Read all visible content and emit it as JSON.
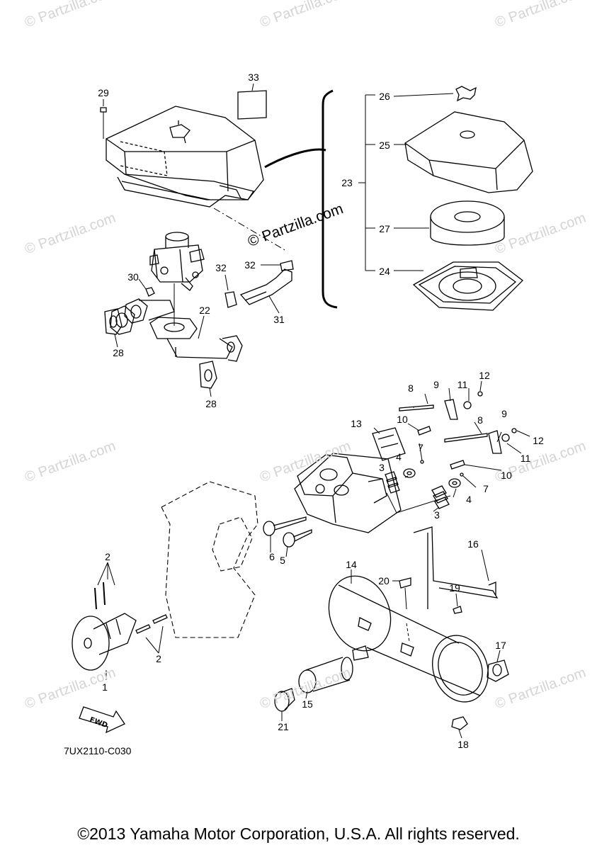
{
  "watermark_text": "© Partzilla.com",
  "brand_text": "© Partzilla.com",
  "fwd_label": "FWD",
  "drawing_code": "7UX2110-C030",
  "copyright": "©2013 Yamaha Motor Corporation, U.S.A. All rights reserved.",
  "callouts": [
    "33",
    "29",
    "26",
    "25",
    "23",
    "27",
    "24",
    "32",
    "30",
    "32",
    "31",
    "22",
    "28",
    "28",
    "8",
    "9",
    "11",
    "12",
    "10",
    "8",
    "9",
    "12",
    "13",
    "7",
    "11",
    "10",
    "3",
    "4",
    "7",
    "4",
    "3",
    "6",
    "5",
    "16",
    "14",
    "2",
    "20",
    "19",
    "2",
    "17",
    "1",
    "15",
    "21",
    "18"
  ],
  "colors": {
    "line": "#000000",
    "watermark": "#d4d4d4",
    "background": "#ffffff"
  }
}
